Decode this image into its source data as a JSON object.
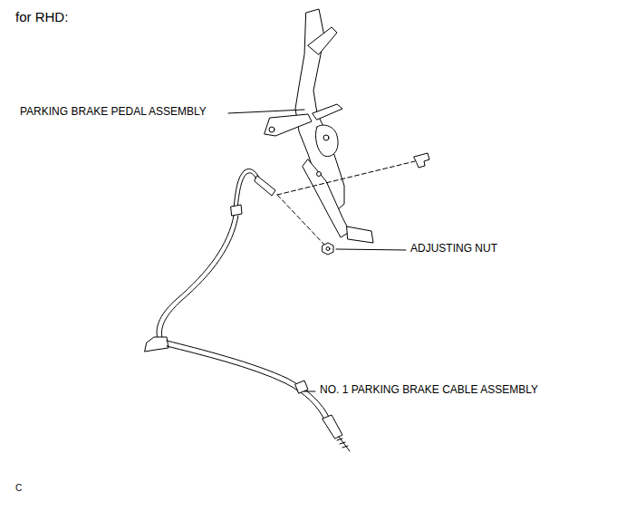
{
  "diagram": {
    "title": "for RHD:",
    "labels": [
      "PARKING BRAKE PEDAL ASSEMBLY",
      "ADJUSTING NUT",
      "NO. 1 PARKING BRAKE CABLE ASSEMBLY",
      "C"
    ]
  }
}
